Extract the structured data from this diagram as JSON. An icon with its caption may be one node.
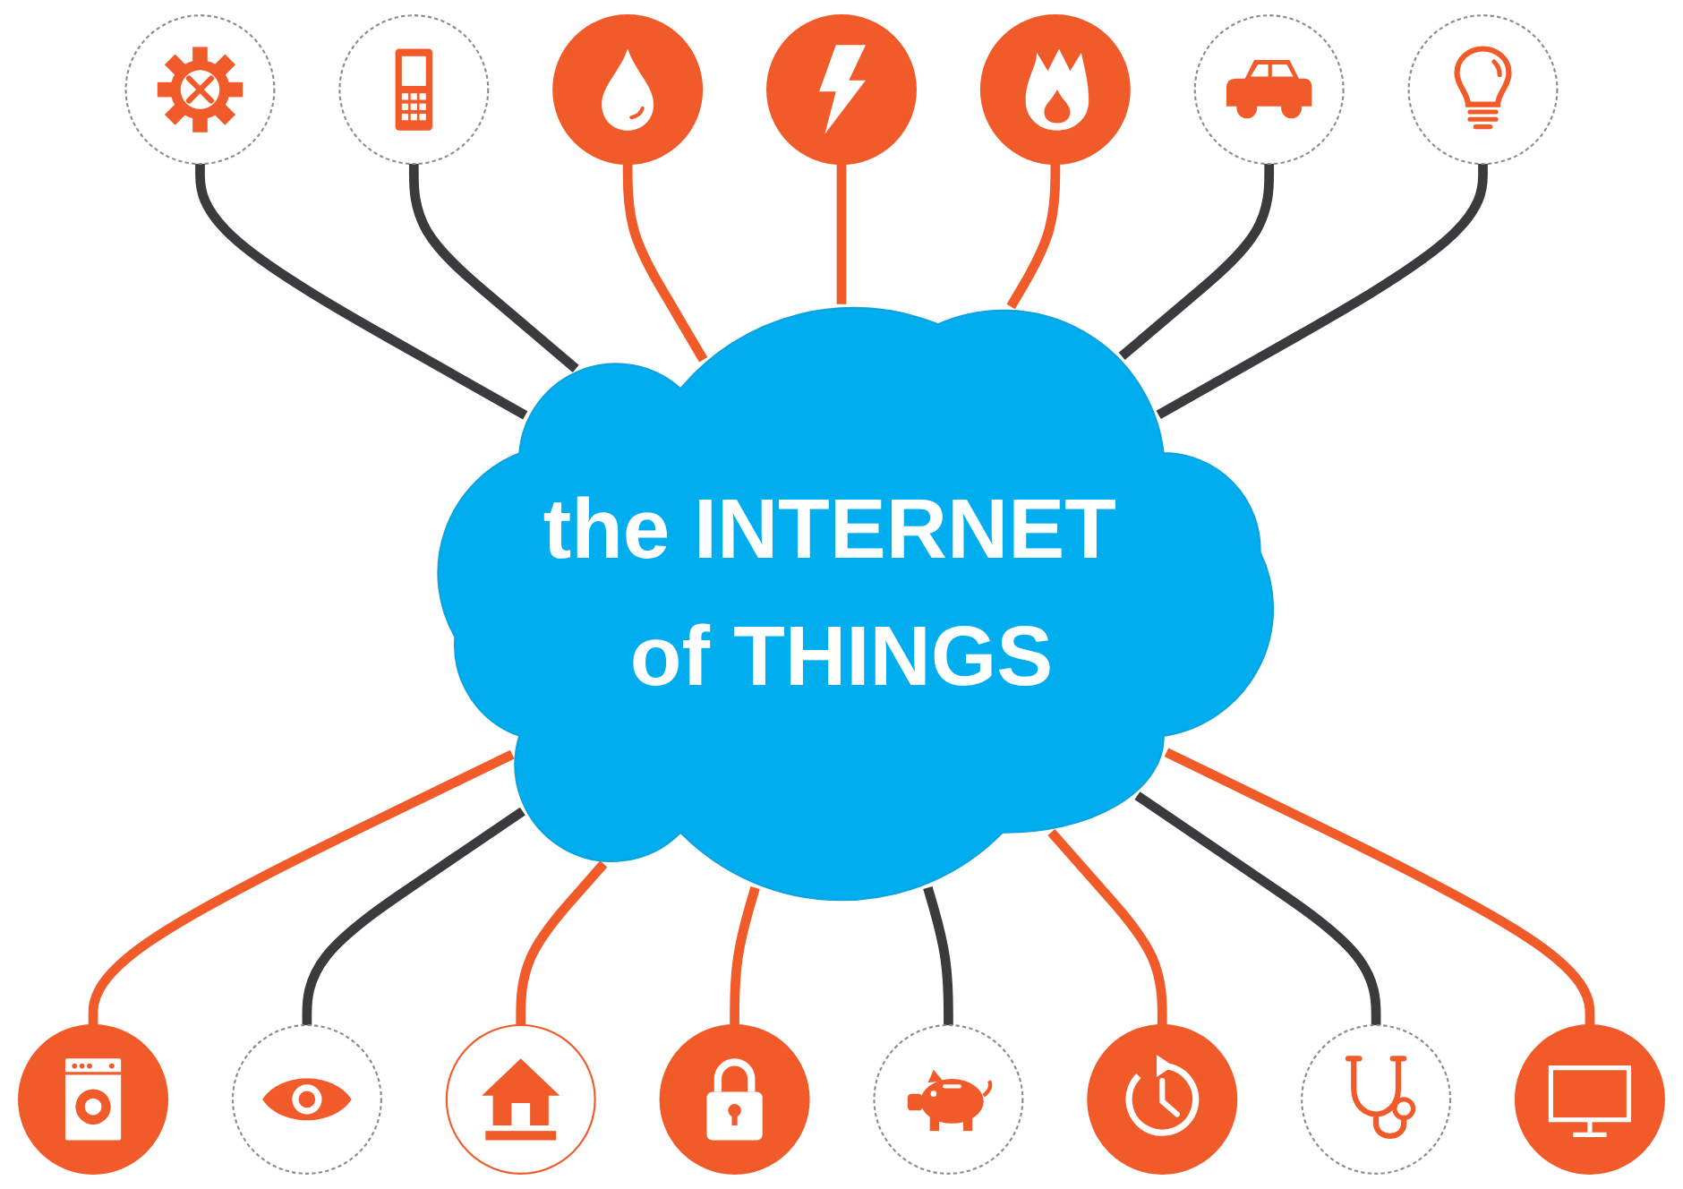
{
  "diagram": {
    "nodes": [
      {
        "text": [
          "the INTERNET of THINGS"
        ]
      },
      {
        "text": [],
        "shape": "circle"
      },
      {
        "text": [],
        "shape": "circle"
      },
      {
        "text": [],
        "shape": "circle"
      },
      {
        "text": [],
        "shape": "circle"
      },
      {
        "text": [],
        "shape": "circle"
      },
      {
        "text": [],
        "shape": "circle"
      },
      {
        "text": [],
        "shape": "circle"
      },
      {
        "text": [],
        "shape": "circle"
      },
      {
        "text": [],
        "shape": "circle"
      },
      {
        "text": [],
        "shape": "circle"
      },
      {
        "text": [],
        "shape": "circle"
      },
      {
        "text": [],
        "shape": "circle"
      },
      {
        "text": [],
        "shape": "circle"
      },
      {
        "text": [],
        "shape": "circle"
      },
      {
        "text": [],
        "shape": "circle"
      }
    ],
    "edges": [
      {
        "from": 6,
        "to": 0,
        "arrow": "none",
        "color": "#3b3b3d"
      },
      {
        "from": 1,
        "to": 0,
        "arrow": "none",
        "color": "#3b3b3d"
      },
      {
        "from": 5,
        "to": 0,
        "arrow": "none"
      },
      {
        "from": 3,
        "to": 0,
        "arrow": "none"
      },
      {
        "from": 4,
        "to": 0,
        "arrow": "none"
      },
      {
        "from": 2,
        "to": 0,
        "arrow": "none",
        "color": "#3b3b3d"
      },
      {
        "from": 7,
        "to": 0,
        "arrow": "none",
        "color": "#3b3b3d"
      },
      {
        "from": 0,
        "to": 8,
        "arrow": "none"
      },
      {
        "from": 0,
        "to": 10,
        "arrow": "none",
        "color": "#3b3b3d"
      },
      {
        "from": 0,
        "to": 12,
        "arrow": "none"
      },
      {
        "from": 0,
        "to": 13,
        "arrow": "none"
      },
      {
        "from": 0,
        "to": 15,
        "arrow": "none",
        "color": "#3b3b3d"
      },
      {
        "from": 0,
        "to": 11,
        "arrow": "none"
      },
      {
        "from": 0,
        "to": 14,
        "arrow": "none",
        "color": "#3b3b3d"
      },
      {
        "from": 0,
        "to": 9,
        "arrow": "none"
      }
    ]
  }
}
